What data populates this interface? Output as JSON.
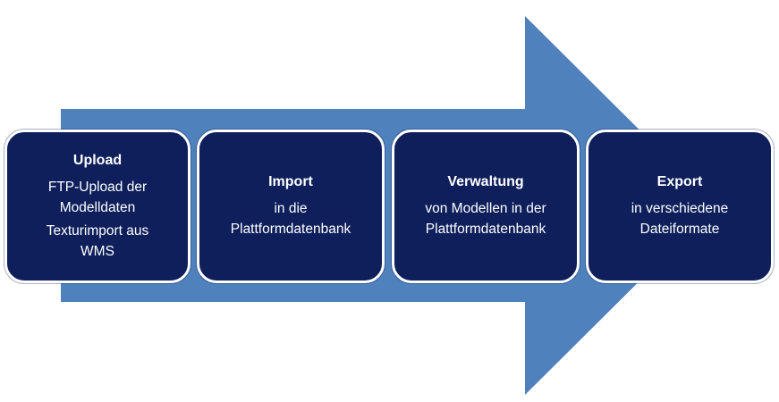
{
  "diagram": {
    "arrow_color": "#4f81bd",
    "box_color": "#0e1f5b",
    "steps": [
      {
        "title": "Upload",
        "lines": [
          "FTP-Upload der\nModelldaten",
          "Texturimport aus\nWMS"
        ]
      },
      {
        "title": "Import",
        "lines": [
          "in die\nPlattformdatenbank"
        ]
      },
      {
        "title": "Verwaltung",
        "lines": [
          "von Modellen in der\nPlattformdatenbank"
        ]
      },
      {
        "title": "Export",
        "lines": [
          "in verschiedene\nDateiformate"
        ]
      }
    ]
  }
}
